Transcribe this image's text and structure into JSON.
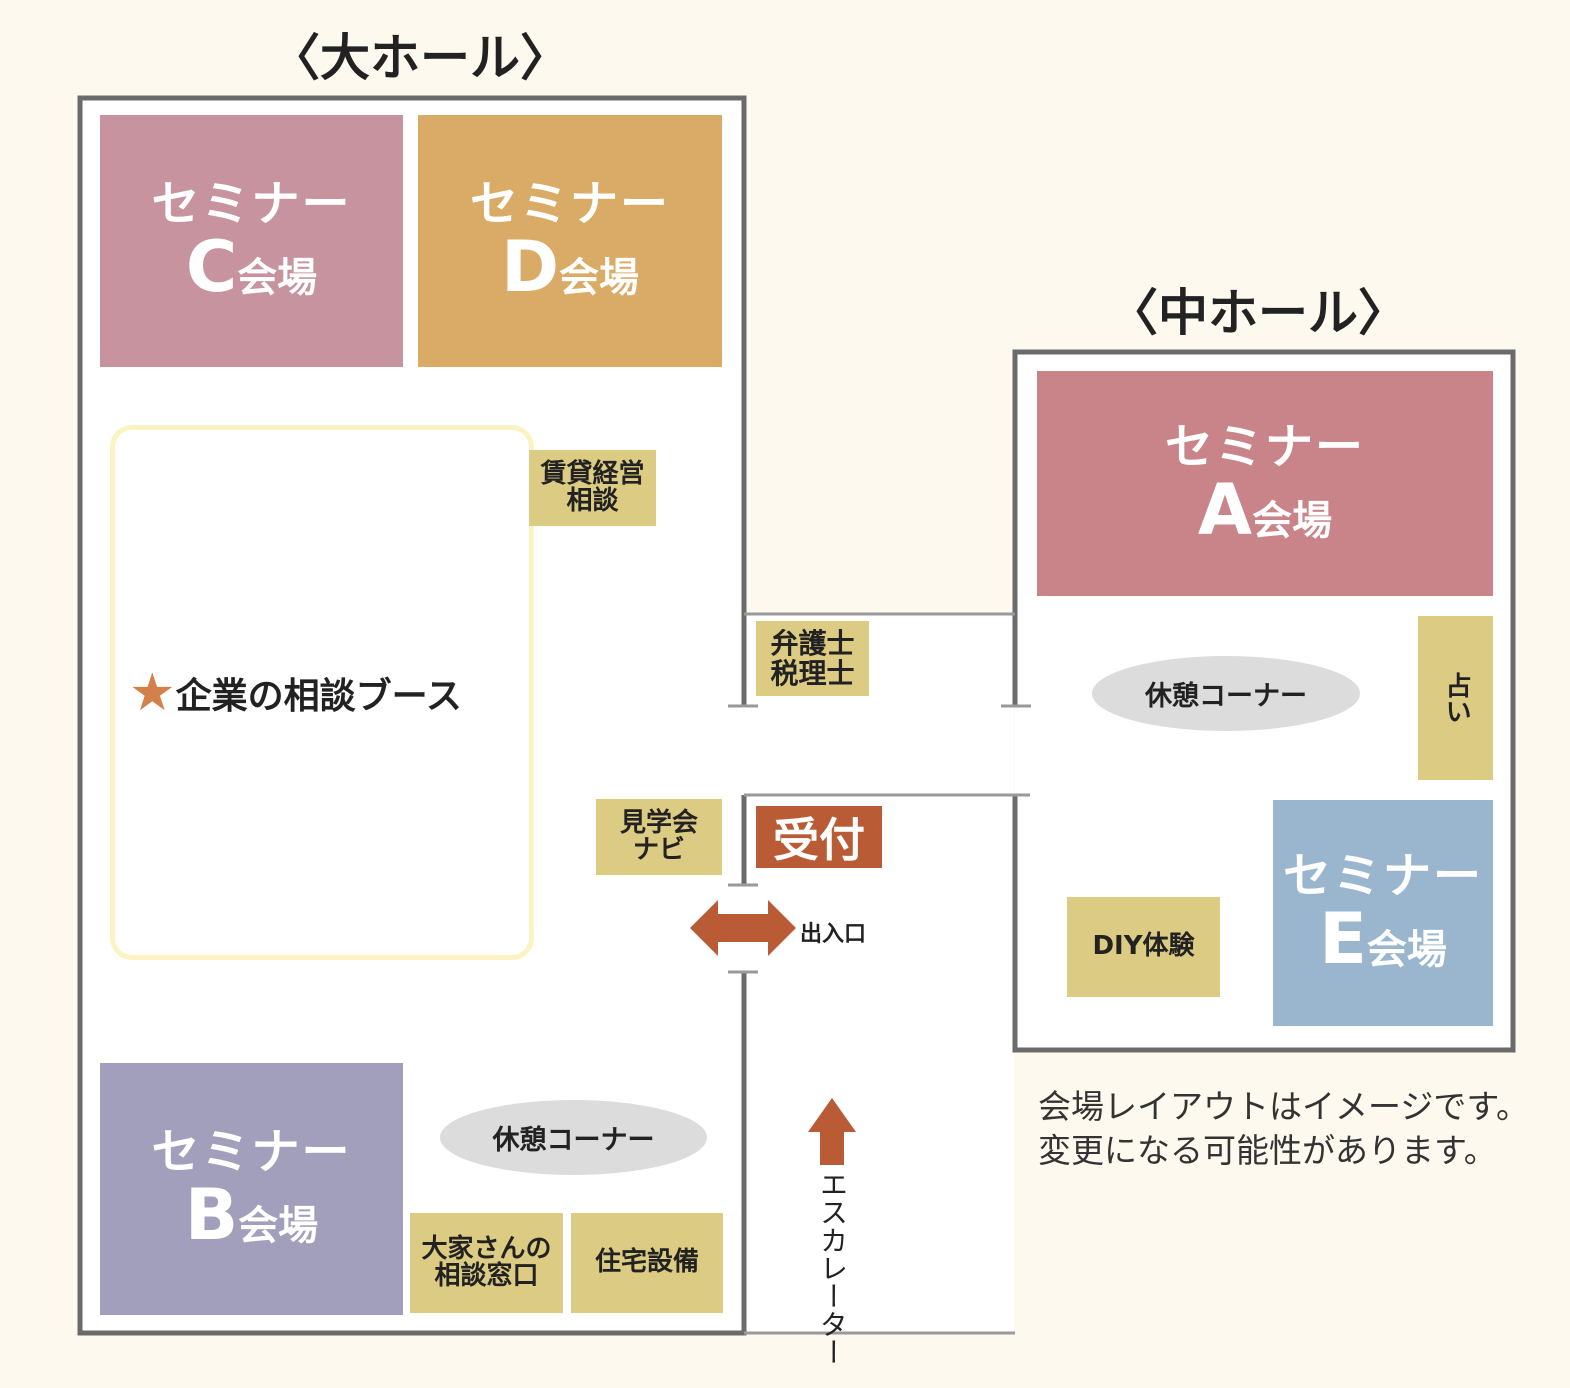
{
  "large_hall": {
    "title": "〈大ホール〉",
    "seminar_c": {
      "line1": "セミナー",
      "letter": "C",
      "suffix": "会場",
      "color": "#c7939e"
    },
    "seminar_d": {
      "line1": "セミナー",
      "letter": "D",
      "suffix": "会場",
      "color": "#d9ab66"
    },
    "seminar_b": {
      "line1": "セミナー",
      "letter": "B",
      "suffix": "会場",
      "color": "#a29fbd"
    },
    "company_booth": {
      "icon": "star-icon",
      "label": "企業の相談ブース"
    },
    "rental_consult": "賃貸経営\n相談",
    "tour_navi": "見学会\nナビ",
    "rest_corner": "休憩コーナー",
    "landlord_consult": "大家さんの\n相談窓口",
    "housing_equipment": "住宅設備"
  },
  "corridor": {
    "lawyer_tax": "弁護士\n税理士",
    "reception": "受付",
    "entrance": "出入口",
    "escalator": "エスカレーター"
  },
  "medium_hall": {
    "title": "〈中ホール〉",
    "seminar_a": {
      "line1": "セミナー",
      "letter": "A",
      "suffix": "会場",
      "color": "#c98489"
    },
    "seminar_e": {
      "line1": "セミナー",
      "letter": "E",
      "suffix": "会場",
      "color": "#9ab6cf"
    },
    "rest_corner": "休憩コーナー",
    "fortune": "占い",
    "diy": "DIY体験"
  },
  "note": {
    "line1": "会場レイアウトはイメージです。",
    "line2": "変更になる可能性があります。"
  },
  "colors": {
    "booth": "#dccb83",
    "accent": "#b95c35",
    "wall": "#6b6b6b",
    "background": "#fdf9ee"
  }
}
